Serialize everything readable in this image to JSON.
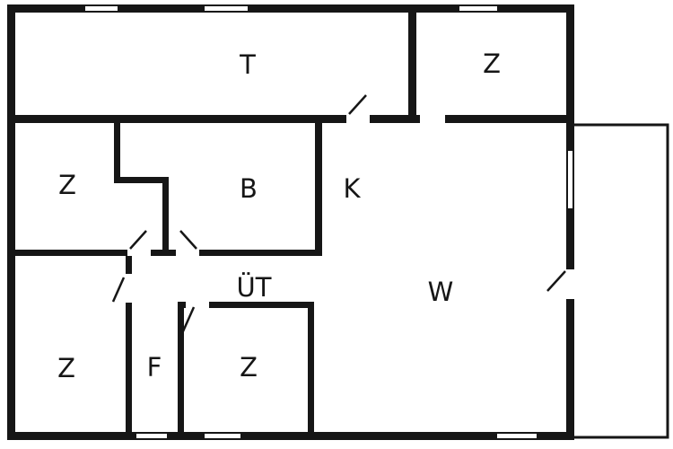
{
  "rooms": {
    "t": {
      "label": "T"
    },
    "z_top_right": {
      "label": "Z"
    },
    "z_mid_left": {
      "label": "Z"
    },
    "b": {
      "label": "B"
    },
    "k": {
      "label": "K"
    },
    "w": {
      "label": "W"
    },
    "ut": {
      "label": "ÜT"
    },
    "z_bottom_left": {
      "label": "Z"
    },
    "f": {
      "label": "F"
    },
    "z_bottom_mid": {
      "label": "Z"
    }
  },
  "colors": {
    "wall": "#161616",
    "background": "#ffffff"
  }
}
